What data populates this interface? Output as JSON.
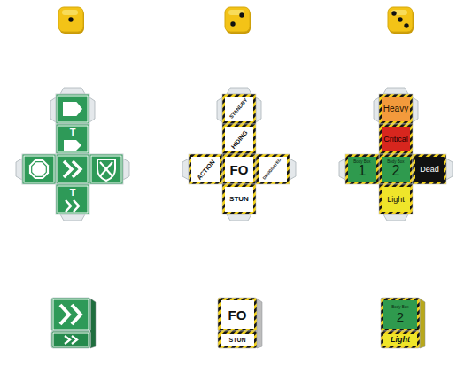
{
  "diagram": {
    "nodes": [
      {
        "text": [
          "T"
        ]
      },
      {
        "text": [
          "T"
        ]
      },
      {
        "text": [
          "STANDBY"
        ]
      },
      {
        "text": [
          "HIDING"
        ]
      },
      {
        "text": [
          "ACTION"
        ]
      },
      {
        "text": [
          "FO"
        ]
      },
      {
        "text": [
          "DESIGNATED"
        ]
      },
      {
        "text": [
          "STUN"
        ]
      },
      {
        "text": [
          "Heavy"
        ]
      },
      {
        "text": [
          "Critical"
        ]
      },
      {
        "text": [
          "Body Box",
          "1"
        ]
      },
      {
        "text": [
          "Body Box",
          "2"
        ]
      },
      {
        "text": [
          "Dead"
        ]
      },
      {
        "text": [
          "Light"
        ]
      },
      {
        "text": [
          "FO"
        ]
      },
      {
        "text": [
          "STUN"
        ]
      },
      {
        "text": [
          "Body Box",
          "2"
        ]
      },
      {
        "text": [
          "Light"
        ]
      }
    ]
  }
}
